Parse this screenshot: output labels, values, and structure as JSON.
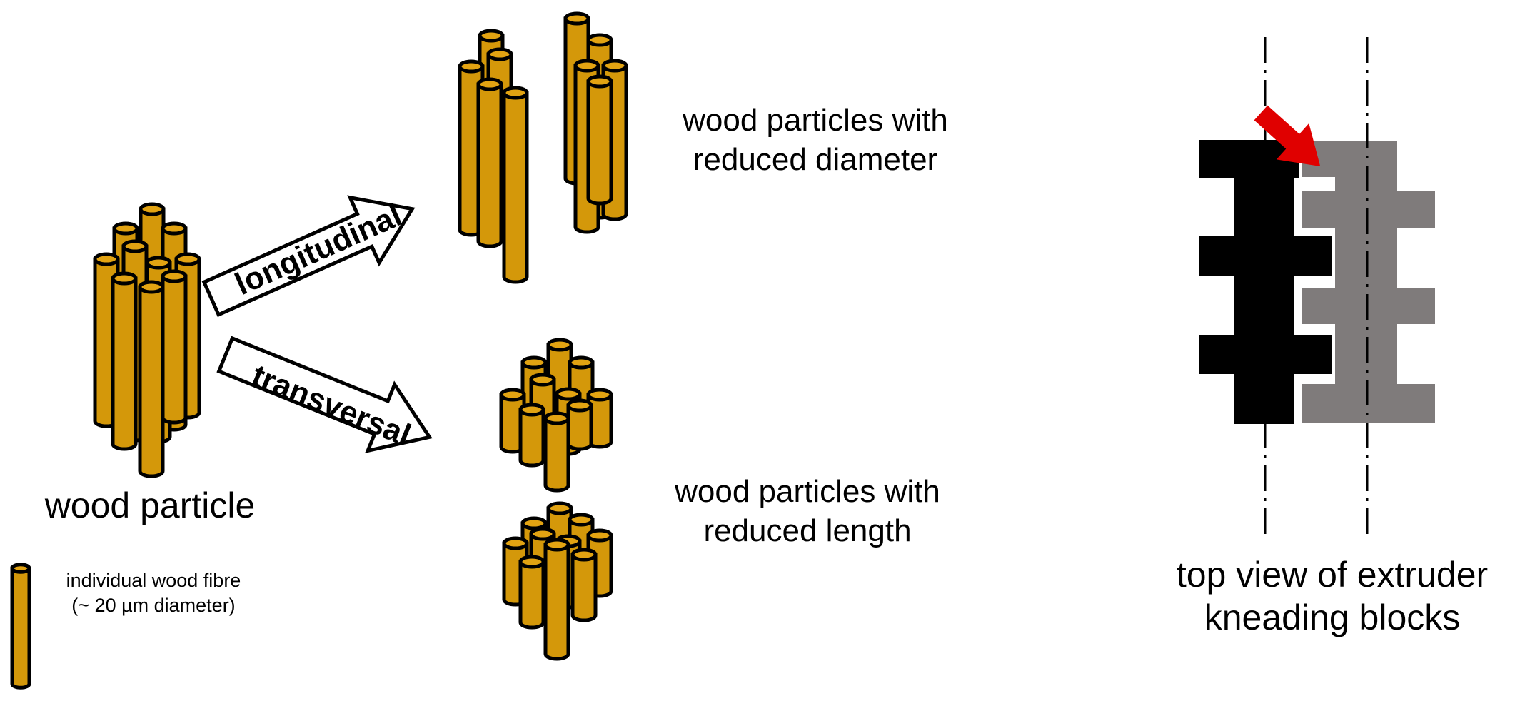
{
  "labels": {
    "wood_particle": "wood particle",
    "legend_line1": "individual wood fibre",
    "legend_line2": "(~ 20 µm diameter)",
    "reduced_diameter_line1": "wood particles with",
    "reduced_diameter_line2": "reduced diameter",
    "reduced_length_line1": "wood particles with",
    "reduced_length_line2": "reduced length",
    "extruder_line1": "top view of extruder",
    "extruder_line2": "kneading blocks"
  },
  "arrows": {
    "longitudinal": "longitudinal",
    "transversal": "transversal"
  },
  "colors": {
    "fibre": "#D4980A",
    "fibre_top": "#E2A312",
    "block_dark": "#000000",
    "block_grey": "#7F7B7B",
    "pointer": "#E00000"
  }
}
